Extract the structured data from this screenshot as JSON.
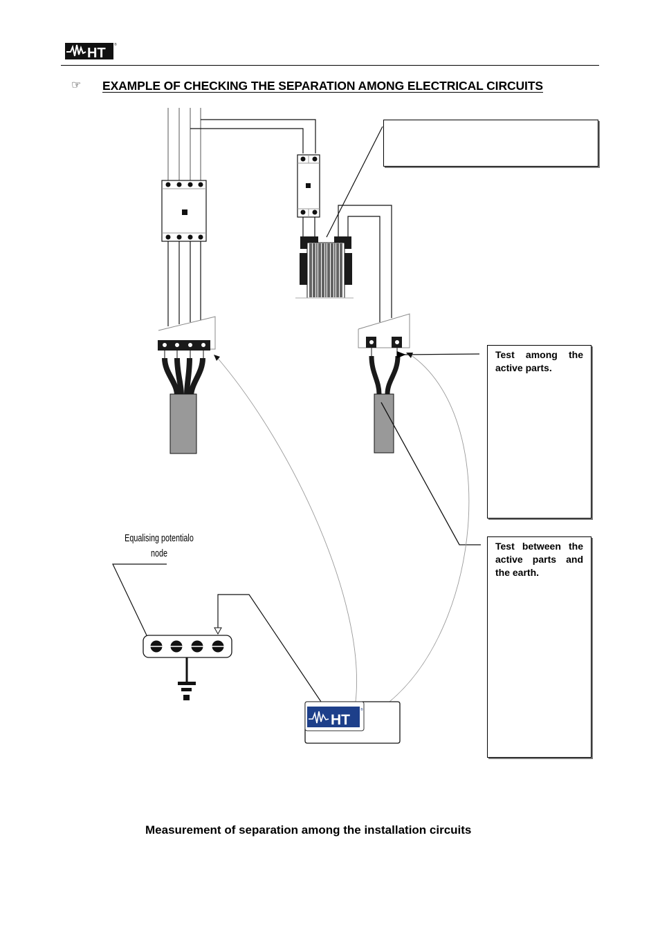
{
  "header": {
    "logo": {
      "text": "HT",
      "icon": "ht-brand-logo",
      "registered": "®"
    },
    "section_icon": "pointing-hand-icon",
    "section_glyph": "☞",
    "section_title": "EXAMPLE OF CHECKING THE SEPARATION AMONG ELECTRICAL CIRCUITS"
  },
  "diagram": {
    "callout_top": {
      "text": ""
    },
    "notes": {
      "active_parts": "Test among the active parts.",
      "active_to_earth": "Test between the active parts and the earth."
    },
    "equalising_node_label_line1": "Equalising potentialo",
    "equalising_node_label_line2": "node",
    "instrument": {
      "logo_text": "HT",
      "registered": "®"
    },
    "colors": {
      "brand_blue": "#1d3f8a",
      "cable_gray": "#999999",
      "ink": "#1a1a1a"
    }
  },
  "caption": "Measurement of separation among the installation circuits"
}
